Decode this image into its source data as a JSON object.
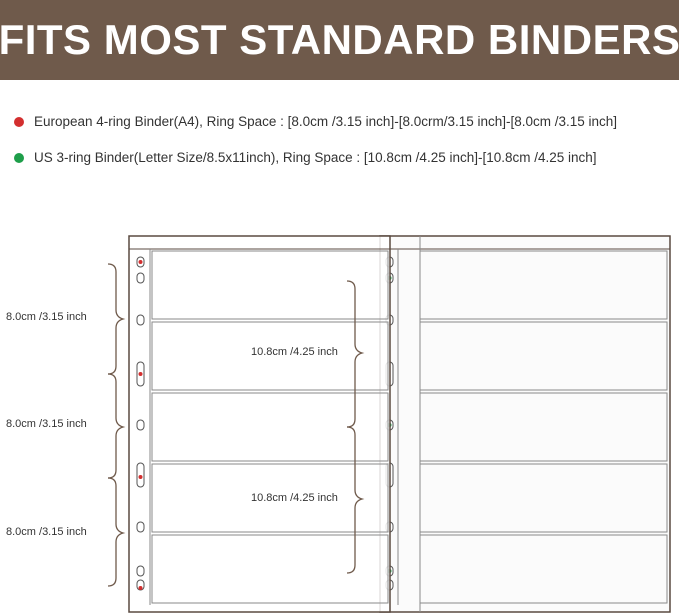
{
  "banner": {
    "title": "FITS MOST STANDARD BINDERS"
  },
  "specs": [
    {
      "color": "#d32f2f",
      "text": "European 4-ring Binder(A4), Ring Space : [8.0cm /3.15 inch]-[8.0crm/3.15 inch]-[8.0cm /3.15 inch]"
    },
    {
      "color": "#1e9e4a",
      "text": "US 3-ring Binder(Letter Size/8.5x11inch), Ring Space : [10.8cm /4.25 inch]-[10.8cm /4.25 inch]"
    }
  ],
  "dimensions": {
    "european": [
      "8.0cm /3.15 inch",
      "8.0cm /3.15 inch",
      "8.0cm /3.15 inch"
    ],
    "us": [
      "10.8cm /4.25 inch",
      "10.8cm /4.25 inch"
    ]
  },
  "colors": {
    "banner": "#6f5a4b",
    "european_ring": "#d32f2f",
    "us_ring": "#1e9e4a"
  }
}
